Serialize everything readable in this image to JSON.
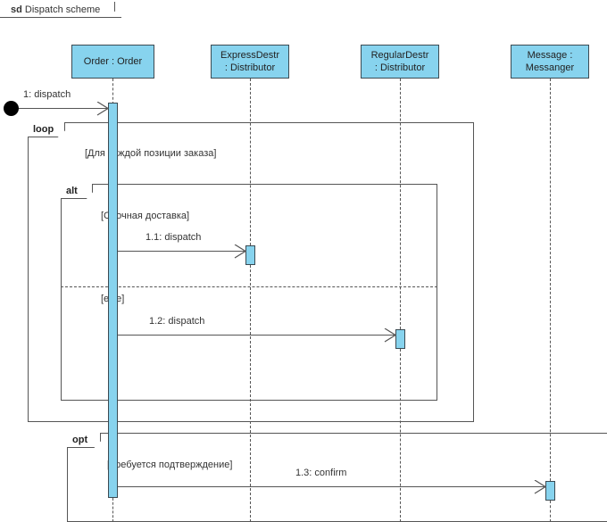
{
  "diagram": {
    "kind_keyword": "sd",
    "title": "Dispatch scheme",
    "type": "uml-sequence-diagram"
  },
  "lifelines": [
    {
      "id": "order",
      "name": "Order : Order",
      "line1": "Order : Order",
      "line2": ""
    },
    {
      "id": "express",
      "name": "ExpressDestr : Distributor",
      "line1": "ExpressDestr",
      "line2": ": Distributor"
    },
    {
      "id": "regular",
      "name": "RegularDestr : Distributor",
      "line1": "RegularDestr",
      "line2": ": Distributor"
    },
    {
      "id": "message",
      "name": "Message : Messanger",
      "line1": "Message :",
      "line2": "Messanger"
    }
  ],
  "messages": [
    {
      "id": "m1",
      "label": "1: dispatch",
      "from": "start-node",
      "to": "order"
    },
    {
      "id": "m11",
      "label": "1.1: dispatch",
      "from": "order",
      "to": "express"
    },
    {
      "id": "m12",
      "label": "1.2: dispatch",
      "from": "order",
      "to": "regular"
    },
    {
      "id": "m13",
      "label": "1.3: confirm",
      "from": "order",
      "to": "message"
    }
  ],
  "fragments": [
    {
      "id": "loop",
      "operator": "loop",
      "guard": "[Для каждой позиции заказа]"
    },
    {
      "id": "alt",
      "operator": "alt",
      "guard": "[Срочная доставка]",
      "else_guard": "[else]"
    },
    {
      "id": "opt",
      "operator": "opt",
      "guard": "[Требуется подтверждение]"
    }
  ],
  "colors": {
    "lifeline_fill": "#87D3EE",
    "lifeline_border": "#3b4a52",
    "line": "#555555",
    "text": "#333333",
    "start_node": "#000000",
    "background": "#ffffff"
  }
}
